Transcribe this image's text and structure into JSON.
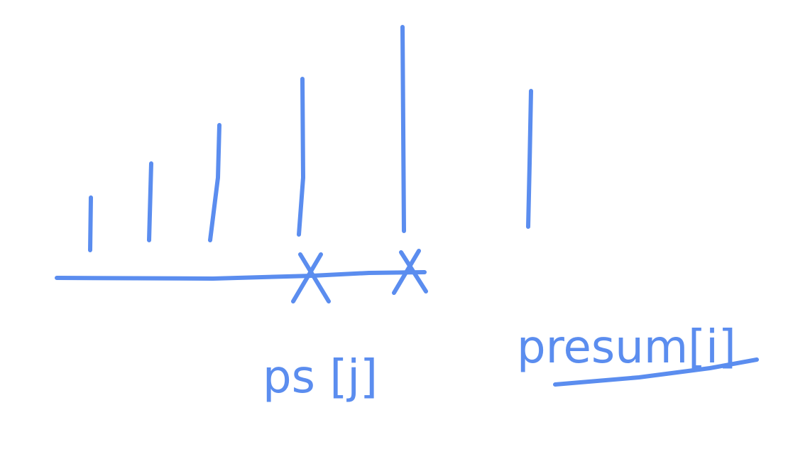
{
  "ink_color": "#5b8def",
  "background": "#ffffff",
  "labels": {
    "left_mark": "ps [j]",
    "right_mark": "presum[i]"
  },
  "bars": [
    {
      "name": "bar-1",
      "relative_height": 0.22
    },
    {
      "name": "bar-2",
      "relative_height": 0.32
    },
    {
      "name": "bar-3",
      "relative_height": 0.47
    },
    {
      "name": "bar-4",
      "relative_height": 0.62
    },
    {
      "name": "bar-5",
      "relative_height": 0.79
    },
    {
      "name": "bar-6",
      "relative_height": 0.55
    }
  ]
}
